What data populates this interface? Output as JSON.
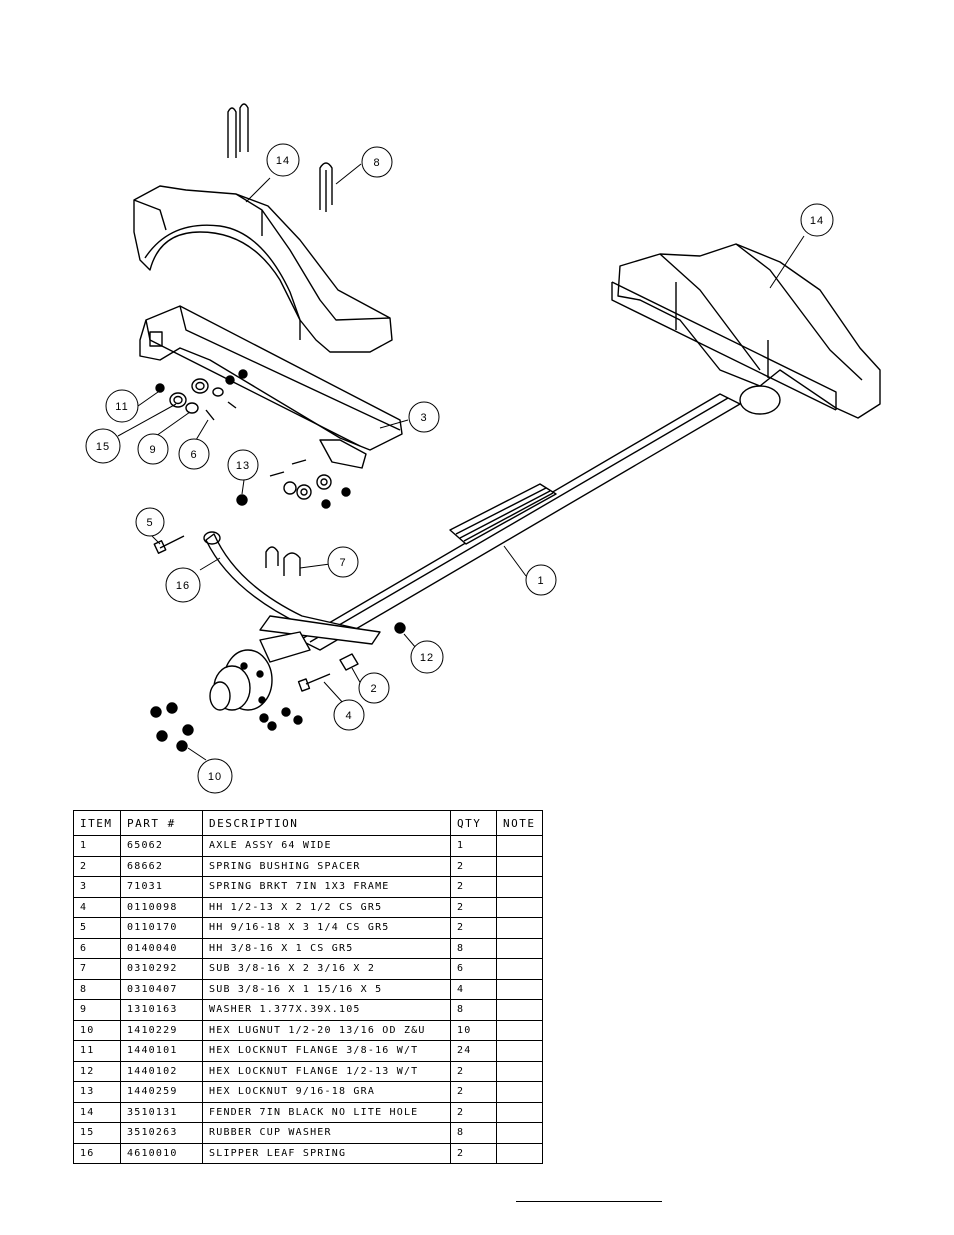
{
  "callouts": [
    {
      "label": "14"
    },
    {
      "label": "8"
    },
    {
      "label": "14"
    },
    {
      "label": "3"
    },
    {
      "label": "11"
    },
    {
      "label": "15"
    },
    {
      "label": "9"
    },
    {
      "label": "6"
    },
    {
      "label": "13"
    },
    {
      "label": "5"
    },
    {
      "label": "7"
    },
    {
      "label": "16"
    },
    {
      "label": "1"
    },
    {
      "label": "12"
    },
    {
      "label": "2"
    },
    {
      "label": "4"
    },
    {
      "label": "10"
    }
  ],
  "bom": {
    "headers": {
      "item": "ITEM",
      "part": "PART #",
      "description": "DESCRIPTION",
      "qty": "QTY",
      "note": "NOTE"
    },
    "rows": [
      {
        "item": "1",
        "part": "65062",
        "description": "AXLE ASSY 64 WIDE",
        "qty": "1",
        "note": ""
      },
      {
        "item": "2",
        "part": "68662",
        "description": "SPRING BUSHING SPACER",
        "qty": "2",
        "note": ""
      },
      {
        "item": "3",
        "part": "71031",
        "description": "SPRING BRKT 7IN 1X3 FRAME",
        "qty": "2",
        "note": ""
      },
      {
        "item": "4",
        "part": "0110098",
        "description": "HH 1/2-13 X 2 1/2 CS GR5",
        "qty": "2",
        "note": ""
      },
      {
        "item": "5",
        "part": "0110170",
        "description": "HH 9/16-18 X 3 1/4 CS GR5",
        "qty": "2",
        "note": ""
      },
      {
        "item": "6",
        "part": "0140040",
        "description": "HH 3/8-16 X 1 CS GR5",
        "qty": "8",
        "note": ""
      },
      {
        "item": "7",
        "part": "0310292",
        "description": "SUB 3/8-16 X 2 3/16 X 2",
        "qty": "6",
        "note": ""
      },
      {
        "item": "8",
        "part": "0310407",
        "description": "SUB 3/8-16 X 1 15/16 X 5",
        "qty": "4",
        "note": ""
      },
      {
        "item": "9",
        "part": "1310163",
        "description": "WASHER 1.377X.39X.105",
        "qty": "8",
        "note": ""
      },
      {
        "item": "10",
        "part": "1410229",
        "description": "HEX LUGNUT 1/2-20 13/16 OD Z&U",
        "qty": "10",
        "note": ""
      },
      {
        "item": "11",
        "part": "1440101",
        "description": "HEX LOCKNUT FLANGE 3/8-16 W/T",
        "qty": "24",
        "note": ""
      },
      {
        "item": "12",
        "part": "1440102",
        "description": "HEX LOCKNUT FLANGE 1/2-13 W/T",
        "qty": "2",
        "note": ""
      },
      {
        "item": "13",
        "part": "1440259",
        "description": "HEX LOCKNUT 9/16-18 GRA",
        "qty": "2",
        "note": ""
      },
      {
        "item": "14",
        "part": "3510131",
        "description": "FENDER  7IN BLACK NO LITE HOLE",
        "qty": "2",
        "note": ""
      },
      {
        "item": "15",
        "part": "3510263",
        "description": "RUBBER CUP WASHER",
        "qty": "8",
        "note": ""
      },
      {
        "item": "16",
        "part": "4610010",
        "description": "SLIPPER LEAF SPRING",
        "qty": "2",
        "note": ""
      }
    ]
  }
}
